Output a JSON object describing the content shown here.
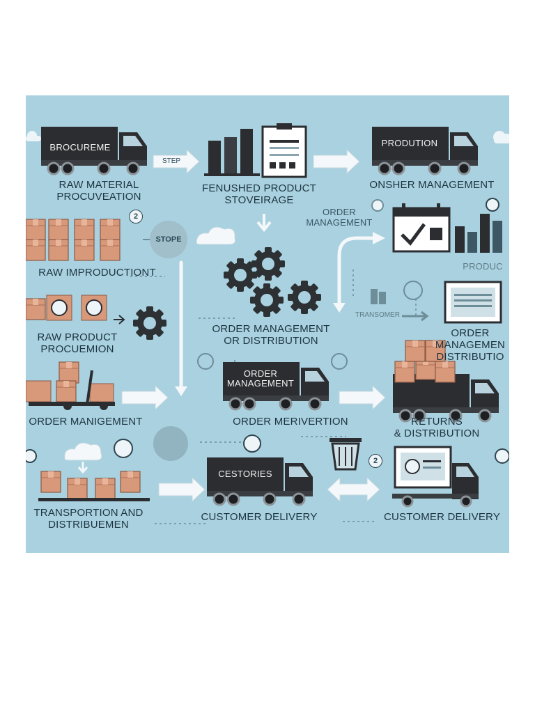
{
  "diagram": {
    "trucks": {
      "t1": "BROCUREME",
      "t2": "PRODUTION",
      "t3": "ORDER\nMANAGEMENT",
      "t4": "CESTORIES"
    },
    "arrows": {
      "step": "STEP",
      "stope": "STOPE",
      "transomer": "TRANSOMER"
    },
    "labels": {
      "raw_material": "RAW MATERIAL\nPROCUVEATION",
      "finished_product": "FENUSHED PRODUCT\nSTOVEIRAGE",
      "onsher": "ONSHER MANAGEMENT",
      "order_mgmt_top": "ORDER\nMANAGEMENT",
      "raw_improduction": "RAW IMPRODUCTIONT",
      "produc": "PRODUC",
      "raw_product": "RAW PRODUCT\nPROCUEMION",
      "order_mgmt_dist": "ORDER MANAGEMENT\nOR DISTRIBUTION",
      "order_mgmt_right": "ORDER\nMANAGEMEN\nDISTRIBUTIO",
      "order_manigement": "ORDER MANIGEMENT",
      "order_merivertion": "ORDER MERIVERTION",
      "returns": "RETURNS\n& DISTRIBUTION",
      "transportion": "TRANSPORTION AND\nDISTRIBUEMEN",
      "customer_delivery_1": "CUSTOMER DELIVERY",
      "customer_delivery_2": "CUSTOMER DELIVERY"
    },
    "badges": {
      "n1": "2",
      "n2": "2"
    },
    "colors": {
      "background": "#a9d1df",
      "truck": "#2b2d30",
      "box": "#d8987a",
      "arrow": "#f4f8fa",
      "label": "#1e3340",
      "gear": "#2d3134"
    }
  }
}
